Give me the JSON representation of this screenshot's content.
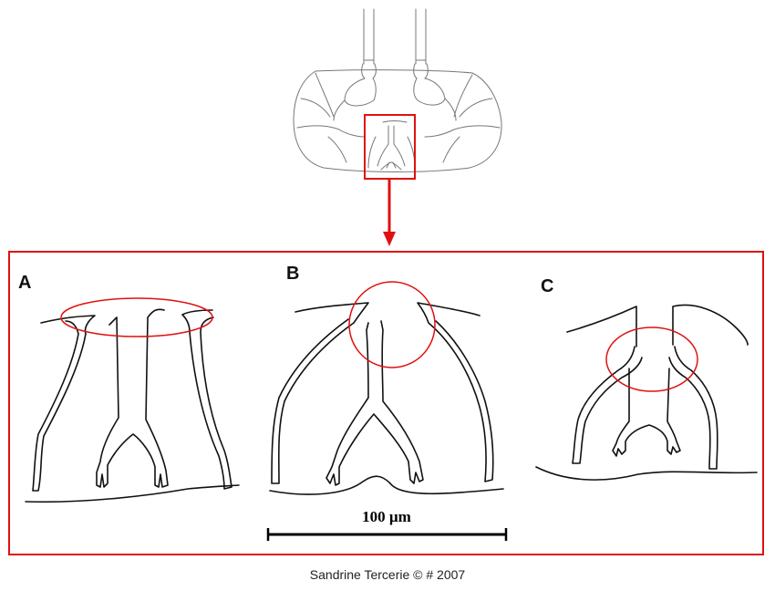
{
  "panels": [
    {
      "id": "A",
      "label": "A"
    },
    {
      "id": "B",
      "label": "B"
    },
    {
      "id": "C",
      "label": "C"
    }
  ],
  "scale_bar": {
    "label": "100 µm"
  },
  "credit": "Sandrine Tercerie © # 2007",
  "colors": {
    "highlight": "#e01010",
    "ink": "#111111",
    "overview_line": "#777777"
  }
}
